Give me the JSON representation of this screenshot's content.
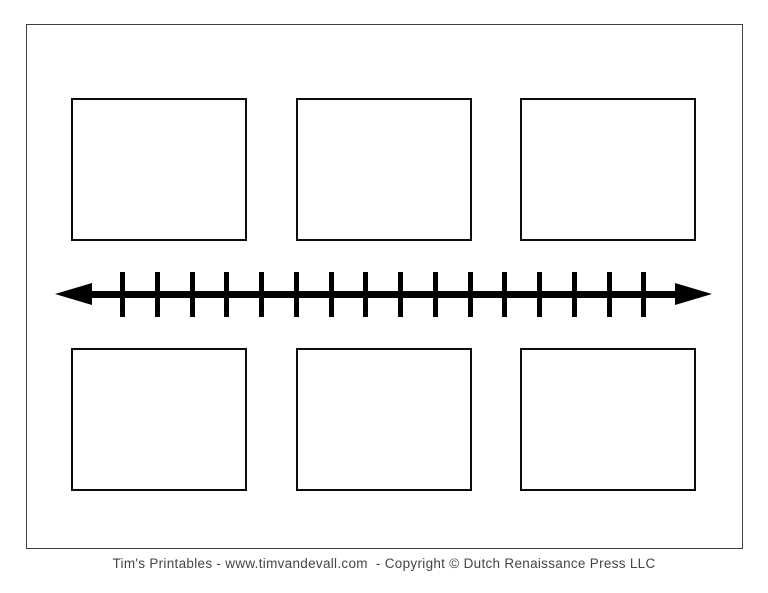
{
  "page": {
    "background_color": "#ffffff",
    "border_color": "#414141"
  },
  "boxes": {
    "rows": 2,
    "per_row": 3,
    "total": 6,
    "border_color": "#0d0d0d",
    "fill_color": "#ffffff"
  },
  "timeline": {
    "color": "#000000",
    "tick_count": 16,
    "left_arrowhead": true,
    "right_arrowhead": true
  },
  "footer": {
    "credit_text": "Tim's Printables - www.timvandevall.com  - Copyright © Dutch Renaissance Press LLC"
  }
}
